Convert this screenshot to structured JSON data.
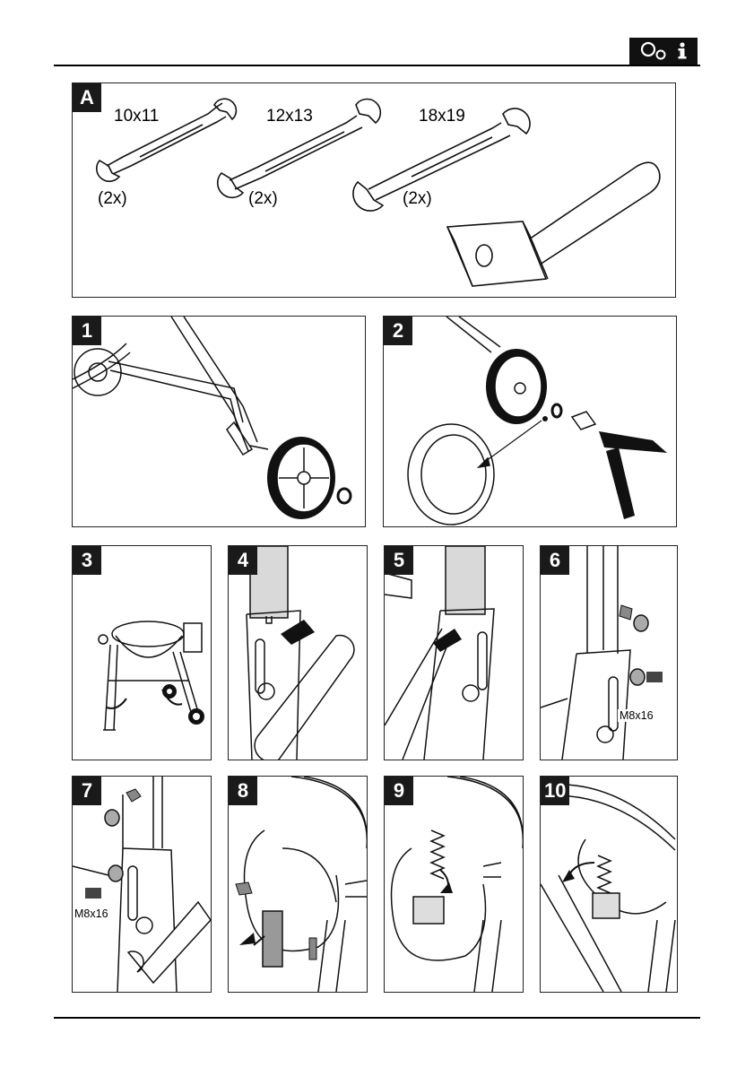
{
  "header": {
    "badge_icon": "gears-info-icon"
  },
  "panels": {
    "A": {
      "number": "A",
      "wrenches": [
        {
          "size": "10x11",
          "qty": "(2x)"
        },
        {
          "size": "12x13",
          "qty": "(2x)"
        },
        {
          "size": "18x19",
          "qty": "(2x)"
        }
      ]
    },
    "p1": {
      "number": "1"
    },
    "p2": {
      "number": "2"
    },
    "p3": {
      "number": "3"
    },
    "p4": {
      "number": "4"
    },
    "p5": {
      "number": "5"
    },
    "p6": {
      "number": "6",
      "bolt_label": "M8x16"
    },
    "p7": {
      "number": "7",
      "bolt_label": "M8x16"
    },
    "p8": {
      "number": "8"
    },
    "p9": {
      "number": "9"
    },
    "p10": {
      "number": "10"
    }
  }
}
